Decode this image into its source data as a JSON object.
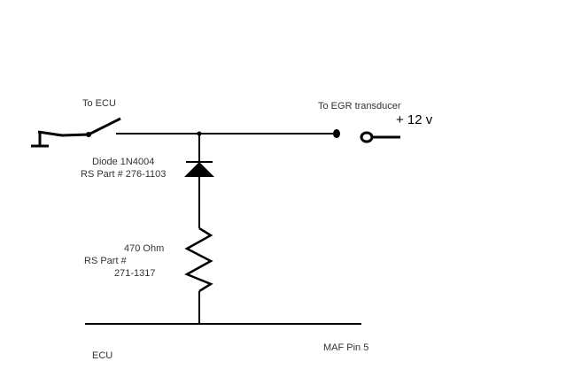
{
  "diagram": {
    "type": "circuit-schematic",
    "labels": {
      "to_ecu": "To ECU",
      "to_egr": "To EGR transducer",
      "voltage": "+ 12 v",
      "diode_name": "Diode  1N4004",
      "diode_part": "RS Part # 276-1103",
      "resistor_value": "470 Ohm",
      "resistor_part_label": "RS Part #",
      "resistor_part_number": "271-1317",
      "ecu": "ECU",
      "maf": "MAF Pin 5"
    },
    "components": [
      {
        "id": "switch",
        "kind": "switch",
        "connects": "To ECU"
      },
      {
        "id": "diode",
        "kind": "diode",
        "model": "1N4004",
        "part": "276-1103"
      },
      {
        "id": "resistor",
        "kind": "resistor",
        "value_ohm": 470,
        "part": "271-1317"
      },
      {
        "id": "terminal-egr",
        "kind": "terminal",
        "connects": "To EGR transducer"
      },
      {
        "id": "terminal-12v",
        "kind": "terminal",
        "connects": "+12 V"
      }
    ],
    "colors": {
      "wire": "#000000",
      "text": "#333333",
      "background": "#ffffff"
    }
  }
}
